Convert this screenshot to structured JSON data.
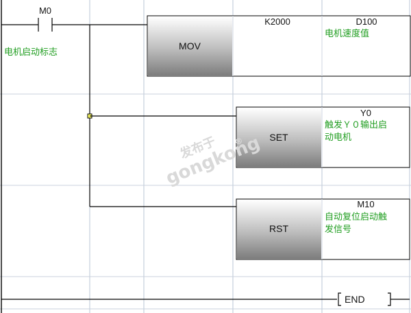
{
  "rung1": {
    "contact_name": "M0",
    "contact_comment": "电机启动标志",
    "instruction": "MOV",
    "operand1": "K2000",
    "operand2": "D100",
    "operand2_comment": "电机速度值"
  },
  "rung2": {
    "instruction": "SET",
    "operand": "Y0",
    "operand_comment_line1": "触发Ｙ０输出启",
    "operand_comment_line2": "动电机"
  },
  "rung3": {
    "instruction": "RST",
    "operand": "M10",
    "operand_comment_line1": "自动复位启动触",
    "operand_comment_line2": "发信号"
  },
  "end_rung": {
    "instruction": "END"
  },
  "watermark": {
    "line1": "发布于",
    "line2": "gongkong",
    "registered": "®"
  },
  "colors": {
    "comment_green": "#1f9d1f",
    "grid_line": "#b9c4d6",
    "block_dark": "#8a8a8a",
    "block_light": "#ffffff",
    "node_fill": "#ffff66"
  }
}
